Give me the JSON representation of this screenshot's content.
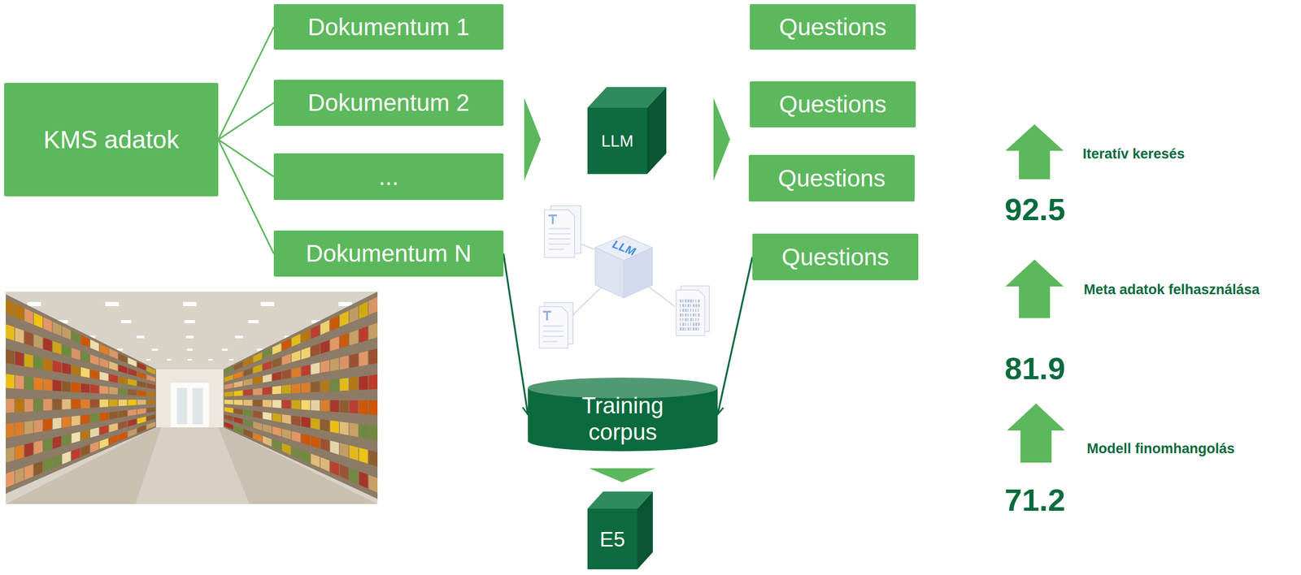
{
  "diagram": {
    "nodes": [
      {
        "text": [
          "KMS adatok"
        ]
      },
      {
        "text": [
          "Dokumentum 1"
        ]
      },
      {
        "text": [
          "Dokumentum 2"
        ]
      },
      {
        "text": [
          "..."
        ]
      },
      {
        "text": [
          "Dokumentum N"
        ]
      },
      {
        "text": [
          "LLM"
        ]
      },
      {
        "text": [
          "Questions"
        ]
      },
      {
        "text": [
          "Questions"
        ]
      },
      {
        "text": [
          "Questions"
        ]
      },
      {
        "text": [
          "Questions"
        ]
      },
      {
        "text": [
          "Training corpus"
        ]
      },
      {
        "text": [
          "E5"
        ]
      }
    ],
    "edges": [
      {
        "from": 0,
        "to": 1,
        "arrow": "none"
      },
      {
        "from": 0,
        "to": 2,
        "arrow": "none"
      },
      {
        "from": 0,
        "to": 3,
        "arrow": "none"
      },
      {
        "from": 0,
        "to": 4,
        "arrow": "none"
      },
      {
        "from": 4,
        "to": 10,
        "arrow": "to"
      },
      {
        "from": 9,
        "to": 10,
        "arrow": "to"
      }
    ],
    "labels": [
      "LLM",
      "Iteratív keresés",
      "92.5",
      "Meta adatok felhasználása",
      "81.9",
      "Modell finomhangolás",
      "71.2"
    ]
  }
}
